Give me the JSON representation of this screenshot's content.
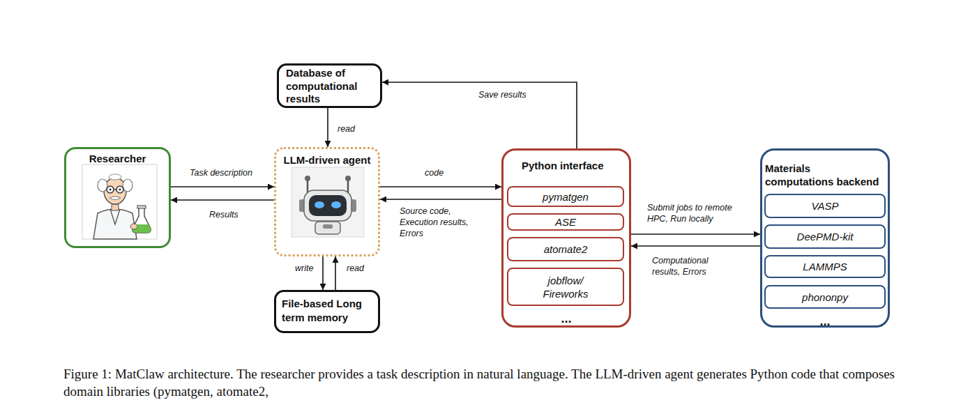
{
  "diagram": {
    "caption": "Figure 1: MatClaw architecture. The researcher provides a task description in natural language. The LLM-driven agent generates Python code that composes domain libraries (pymatgen, atomate2,",
    "nodes": [
      {
        "text": [
          "Database of computational results"
        ]
      },
      {
        "text": [
          "Researcher"
        ]
      },
      {
        "text": [
          "LLM-driven agent"
        ]
      },
      {
        "text": [
          "File-based Long term memory"
        ]
      },
      {
        "text": [
          "Python interface",
          "..."
        ]
      },
      {
        "text": [
          "pymatgen"
        ],
        "in": 4
      },
      {
        "text": [
          "ASE"
        ],
        "in": 4
      },
      {
        "text": [
          "atomate2"
        ],
        "in": 4
      },
      {
        "text": [
          "jobflow/ Fireworks"
        ],
        "in": 4
      },
      {
        "text": [
          "Materials computations backend",
          "..."
        ]
      },
      {
        "text": [
          "VASP"
        ],
        "in": 9
      },
      {
        "text": [
          "DeePMD-kit"
        ],
        "in": 9
      },
      {
        "text": [
          "LAMMPS"
        ],
        "in": 9
      },
      {
        "text": [
          "phononpy"
        ],
        "in": 9
      }
    ],
    "edges": [
      {
        "from": 0,
        "to": 2,
        "label": "read",
        "arrow": "to"
      },
      {
        "from": 1,
        "to": 2,
        "label": "Task description",
        "arrow": "to"
      },
      {
        "from": 2,
        "to": 1,
        "label": "Results",
        "arrow": "to"
      },
      {
        "from": 2,
        "to": 4,
        "label": "code",
        "arrow": "to"
      },
      {
        "from": 4,
        "to": 2,
        "label": "Source code, Execution results, Errors",
        "arrow": "to"
      },
      {
        "from": 2,
        "to": 3,
        "label": "write",
        "arrow": "to"
      },
      {
        "from": 3,
        "to": 2,
        "label": "read",
        "arrow": "to"
      },
      {
        "from": 4,
        "to": 0,
        "label": "Save results",
        "arrow": "to"
      },
      {
        "from": 4,
        "to": 9,
        "label": "Submit jobs to remote HPC, Run locally",
        "arrow": "to"
      },
      {
        "from": 9,
        "to": 4,
        "label": "Computational results, Errors",
        "arrow": "to"
      }
    ]
  }
}
